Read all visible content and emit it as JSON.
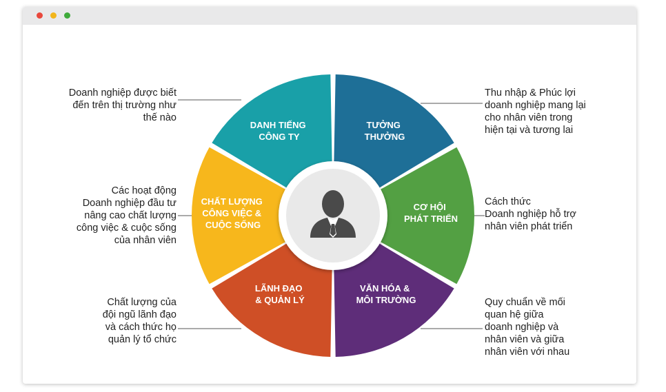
{
  "window": {
    "controls": [
      "close",
      "minimize",
      "maximize"
    ]
  },
  "center": {
    "icon": "businessman-icon"
  },
  "segments": [
    {
      "id": "danh-tieng",
      "lines": [
        "DANH TIẾNG",
        "CÔNG TY"
      ],
      "color": "#19a0a8"
    },
    {
      "id": "tuong-thuong",
      "lines": [
        "TƯỞNG",
        "THƯỞNG"
      ],
      "color": "#1e6f97"
    },
    {
      "id": "co-hoi",
      "lines": [
        "CƠ HỘI",
        "PHÁT TRIỂN"
      ],
      "color": "#53a043"
    },
    {
      "id": "van-hoa",
      "lines": [
        "VĂN HÓA &",
        "MÔI TRƯỜNG"
      ],
      "color": "#5e2d79"
    },
    {
      "id": "lanh-dao",
      "lines": [
        "LÃNH ĐẠO",
        "& QUẢN LÝ"
      ],
      "color": "#cf4f26"
    },
    {
      "id": "chat-luong",
      "lines": [
        "CHẤT LƯỢNG",
        "CÔNG VIỆC &",
        "CUỘC SỐNG"
      ],
      "color": "#f7b71c"
    }
  ],
  "descriptions": {
    "danh_tieng": "Doanh nghiệp được biết\nđến trên thị trường như\nthế nào",
    "tuong_thuong": "Thu nhập & Phúc lợi\ndoanh nghiệp mang lại\ncho nhân viên trong\nhiện tại và tương lai",
    "chat_luong": "Các hoạt động\nDoanh nghiệp đầu tư\nnâng cao chất lượng\ncông việc & cuộc sống\ncủa nhân viên",
    "co_hoi": "Cách thức\nDoanh nghiệp hỗ trợ\nnhân viên phát triển",
    "lanh_dao": "Chất lượng của\nđội ngũ lãnh đạo\nvà cách thức họ\nquản lý tổ chức",
    "van_hoa": "Quy chuẩn về mối\nquan hệ giữa\ndoanh nghiệp và\nnhân viên và giữa\nnhân viên với nhau"
  }
}
